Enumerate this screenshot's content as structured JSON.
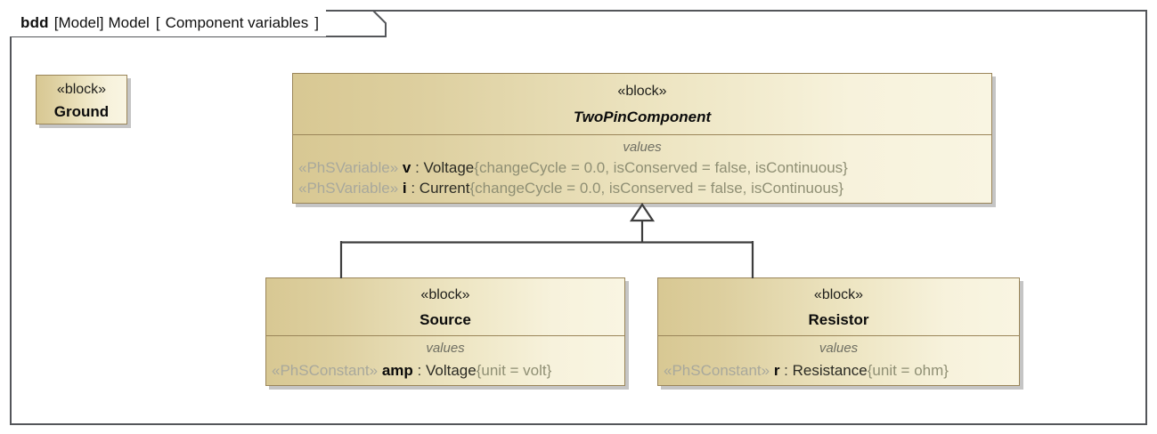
{
  "frame": {
    "kind": "bdd",
    "package_open": "[Model]",
    "model_name": "Model",
    "bracket_open": "[",
    "diagram_name": "Component variables",
    "bracket_close": "]"
  },
  "blocks": [
    {
      "id": "ground",
      "stereotype": "«block»",
      "name": "Ground",
      "abstract": false,
      "compartments": []
    },
    {
      "id": "twopin",
      "stereotype": "«block»",
      "name": "TwoPinComponent",
      "abstract": true,
      "values_label": "values",
      "properties": [
        {
          "stereotype": "«PhSVariable»",
          "name": "v",
          "colon": " : ",
          "type": "Voltage",
          "constraint": "{changeCycle = 0.0, isConserved = false, isContinuous}"
        },
        {
          "stereotype": "«PhSVariable»",
          "name": "i",
          "colon": " : ",
          "type": "Current",
          "constraint": "{changeCycle = 0.0, isConserved = false, isContinuous}"
        }
      ]
    },
    {
      "id": "source",
      "stereotype": "«block»",
      "name": "Source",
      "abstract": false,
      "values_label": "values",
      "properties": [
        {
          "stereotype": "«PhSConstant»",
          "name": "amp",
          "colon": " : ",
          "type": "Voltage",
          "constraint": "{unit = volt}"
        }
      ]
    },
    {
      "id": "resistor",
      "stereotype": "«block»",
      "name": "Resistor",
      "abstract": false,
      "values_label": "values",
      "properties": [
        {
          "stereotype": "«PhSConstant»",
          "name": "r",
          "colon": " : ",
          "type": "Resistance",
          "constraint": "{unit = ohm}"
        }
      ]
    }
  ],
  "relationships": [
    {
      "type": "generalization",
      "from": "Source",
      "to": "TwoPinComponent"
    },
    {
      "type": "generalization",
      "from": "Resistor",
      "to": "TwoPinComponent"
    }
  ],
  "colors": {
    "block_fill_left": "#d8c893",
    "block_fill_right": "#f9f5e2",
    "block_border": "#9a8559",
    "frame_border": "#54565a",
    "connector": "#3d3d3d",
    "stereotype_text": "#a8a89c",
    "constraint_text": "#8f8f74",
    "compartment_label": "#6f6f63",
    "canvas": "#ffffff"
  }
}
